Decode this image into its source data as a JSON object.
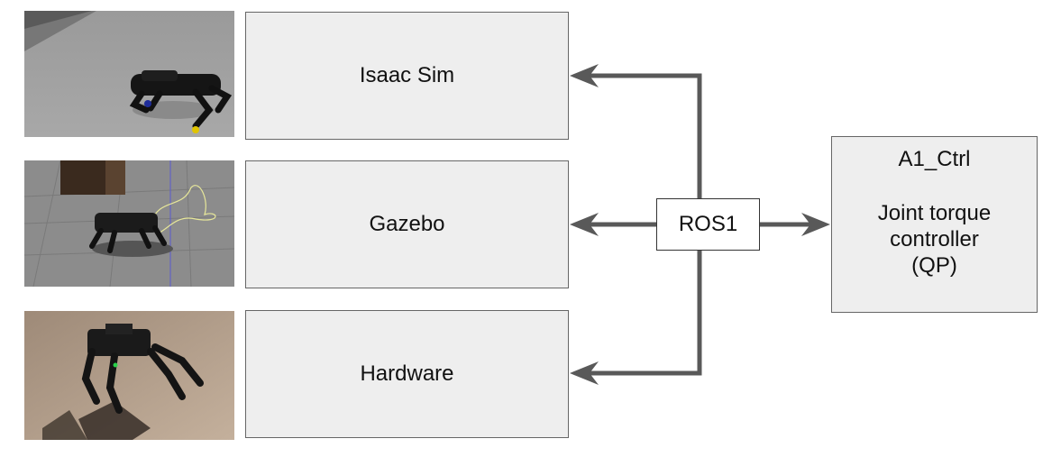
{
  "panels": [
    {
      "label": "Isaac Sim"
    },
    {
      "label": "Gazebo"
    },
    {
      "label": "Hardware"
    }
  ],
  "middleware": {
    "label": "ROS1"
  },
  "controller": {
    "title": "A1_Ctrl",
    "description": "Joint torque\ncontroller\n(QP)"
  },
  "colors": {
    "box_fill": "#eeeeee",
    "box_border": "#666666",
    "arrow": "#595959"
  }
}
